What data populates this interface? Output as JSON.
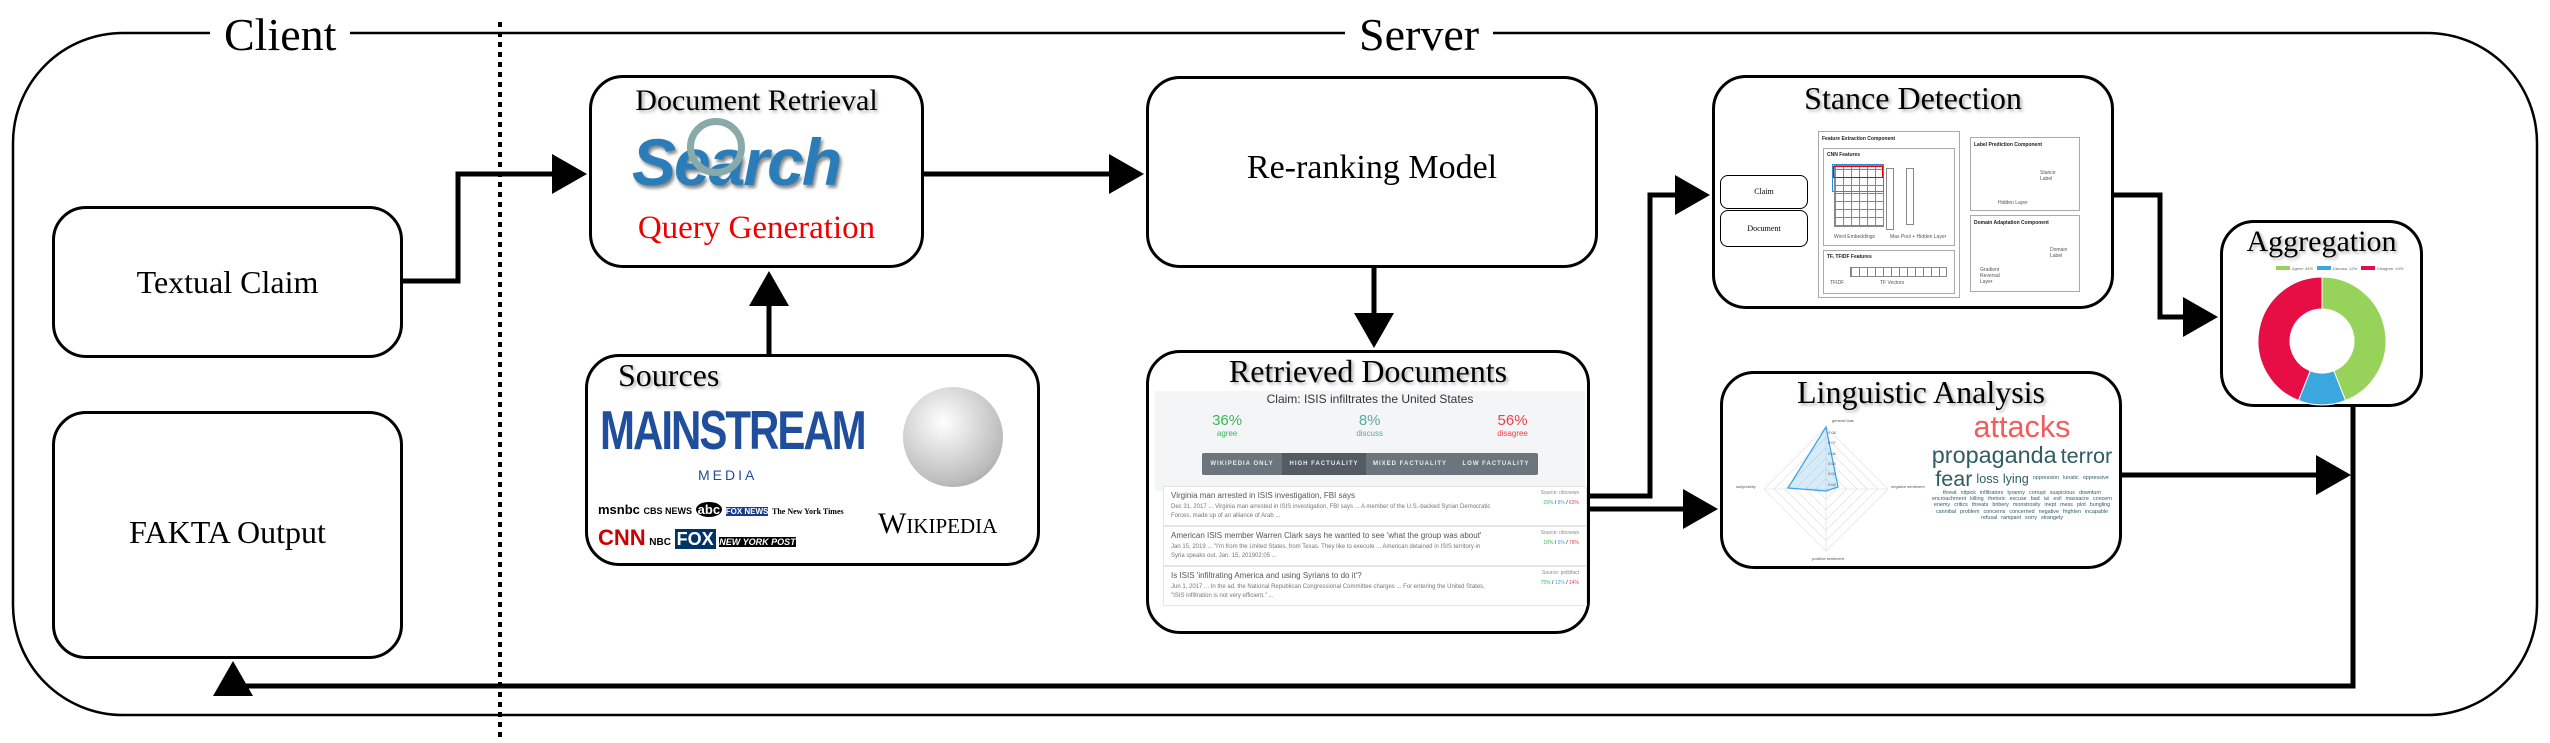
{
  "sections": {
    "client": "Client",
    "server": "Server"
  },
  "client": {
    "textual_claim": "Textual Claim",
    "fakta_output": "FAKTA Output"
  },
  "document_retrieval": {
    "title": "Document Retrieval",
    "search_logo": "Search",
    "query_generation": "Query Generation"
  },
  "sources": {
    "title": "Sources",
    "mainstream": "MAINSTREAM",
    "media": "MEDIA",
    "logos": [
      "msnbc",
      "CBS NEWS",
      "abc",
      "FOX NEWS",
      "The New York Times",
      "CNN",
      "NBC",
      "FOX",
      "NEW YORK POST"
    ],
    "wikipedia": "Wikipedia"
  },
  "reranking": {
    "title": "Re-ranking Model"
  },
  "retrieved": {
    "title": "Retrieved Documents",
    "claim": "Claim: ISIS infiltrates the United States",
    "stats": [
      {
        "value": "36%",
        "label": "agree",
        "color": "#3cb55a"
      },
      {
        "value": "8%",
        "label": "discuss",
        "color": "#5aa9a0"
      },
      {
        "value": "56%",
        "label": "disagree",
        "color": "#e8414d"
      }
    ],
    "filters": [
      "WIKIPEDIA ONLY",
      "HIGH FACTUALITY",
      "MIXED FACTUALITY",
      "LOW FACTUALITY"
    ],
    "docs": [
      {
        "title": "Virginia man arrested in ISIS investigation, FBI says",
        "snippet": "Dec 31, 2017 ... Virginia man arrested in ISIS investigation, FBI says ... A member of the U.S.-backed Syrian Democratic Forces, made up of an alliance of Arab ...",
        "source": "Source: nbcnews",
        "agree": "29%",
        "discuss": "8%",
        "disagree": "63%"
      },
      {
        "title": "American ISIS member Warren Clark says he wanted to see 'what the group was about'",
        "snippet": "Jan 15, 2019 ... \"I'm from the United States, from Texas. They like to execute ... American detained in ISIS territory in Syria speaks out. Jan. 15, 201902:05 ...",
        "source": "Source: nbcnews",
        "agree": "18%",
        "discuss": "5%",
        "disagree": "78%"
      },
      {
        "title": "Is ISIS 'infiltrating America and using Syrians to do it'?",
        "snippet": "Jun 1, 2017 ... In the ad, the National Republican Congressional Committee charges ... For entering the United States, \"ISIS infiltration is not very efficient.\" ...",
        "source": "Source: politifact",
        "agree": "75%",
        "discuss": "12%",
        "disagree": "14%"
      }
    ]
  },
  "stance": {
    "title": "Stance Detection",
    "claim": "Claim",
    "document": "Document",
    "feature_extraction": "Feature Extraction Component",
    "cnn_features": "CNN Features",
    "word_embeddings": "Word Embeddings",
    "max_pool": "Max Pool + Hidden Layer",
    "tf_features": "TF, TFIDF Features",
    "tfidf": "TFIDF",
    "tf_vectors": "TF Vectors",
    "label_prediction": "Label Prediction Component",
    "stance_label": "Stance Label",
    "hidden_layer": "Hidden Layer",
    "domain_adaptation": "Domain Adaptation Component",
    "gradient_reversal": "Gradient Reversal Layer",
    "domain_label": "Domain Label"
  },
  "linguistic": {
    "title": "Linguistic Analysis",
    "radar": {
      "axes": [
        "general bias",
        "negative sentiment",
        "positive sentiment",
        "subjectivity"
      ],
      "ticks": [
        "0.08",
        "0.07",
        "0.06",
        "0.05",
        "0.04",
        "0.03"
      ],
      "color": "#36a2eb"
    },
    "words": [
      {
        "w": "attacks",
        "s": 34,
        "c": "#f25c5c"
      },
      {
        "w": "propaganda",
        "s": 26
      },
      {
        "w": "terror",
        "s": 24
      },
      {
        "w": "fear",
        "s": 24
      },
      {
        "w": "loss",
        "s": 14
      },
      {
        "w": "lying",
        "s": 14
      },
      {
        "w": "oppression",
        "s": 6
      },
      {
        "w": "lunatic",
        "s": 6
      },
      {
        "w": "oppressive",
        "s": 6
      },
      {
        "w": "threat",
        "s": 6
      },
      {
        "w": "nitpick",
        "s": 6
      },
      {
        "w": "infiltrators",
        "s": 6
      },
      {
        "w": "tyranny",
        "s": 6
      },
      {
        "w": "corrupt",
        "s": 6
      },
      {
        "w": "suspicious",
        "s": 6
      },
      {
        "w": "downturn",
        "s": 6
      },
      {
        "w": "encroachment",
        "s": 6
      },
      {
        "w": "killing",
        "s": 6
      },
      {
        "w": "rhetoric",
        "s": 6
      },
      {
        "w": "excuse",
        "s": 6
      },
      {
        "w": "bad",
        "s": 6
      },
      {
        "w": "fall",
        "s": 5
      },
      {
        "w": "evil",
        "s": 6
      },
      {
        "w": "massacre",
        "s": 6
      },
      {
        "w": "concern",
        "s": 6
      },
      {
        "w": "enemy",
        "s": 6
      },
      {
        "w": "critics",
        "s": 6
      },
      {
        "w": "threats",
        "s": 6
      },
      {
        "w": "bribery",
        "s": 6
      },
      {
        "w": "monstrosity",
        "s": 6
      },
      {
        "w": "inept",
        "s": 6
      },
      {
        "w": "mess",
        "s": 6
      },
      {
        "w": "plot",
        "s": 6
      },
      {
        "w": "bungling",
        "s": 6
      },
      {
        "w": "cannibal",
        "s": 6
      },
      {
        "w": "problem",
        "s": 6
      },
      {
        "w": "concerns",
        "s": 6
      },
      {
        "w": "concerned",
        "s": 6
      },
      {
        "w": "negative",
        "s": 6
      },
      {
        "w": "frighten",
        "s": 6
      },
      {
        "w": "incapable",
        "s": 6
      },
      {
        "w": "refusal",
        "s": 6
      },
      {
        "w": "rampant",
        "s": 6
      },
      {
        "w": "sorry",
        "s": 6
      },
      {
        "w": "strangely",
        "s": 6
      }
    ]
  },
  "aggregation": {
    "title": "Aggregation",
    "chart_data": {
      "type": "pie",
      "donut": true,
      "legend": "top",
      "series": [
        {
          "name": "Agree: 44%",
          "value": 44,
          "color": "#97d35b"
        },
        {
          "name": "Discuss: 12%",
          "value": 12,
          "color": "#3aa8df"
        },
        {
          "name": "Disagree: 44%",
          "value": 44,
          "color": "#e60e44"
        }
      ]
    }
  }
}
